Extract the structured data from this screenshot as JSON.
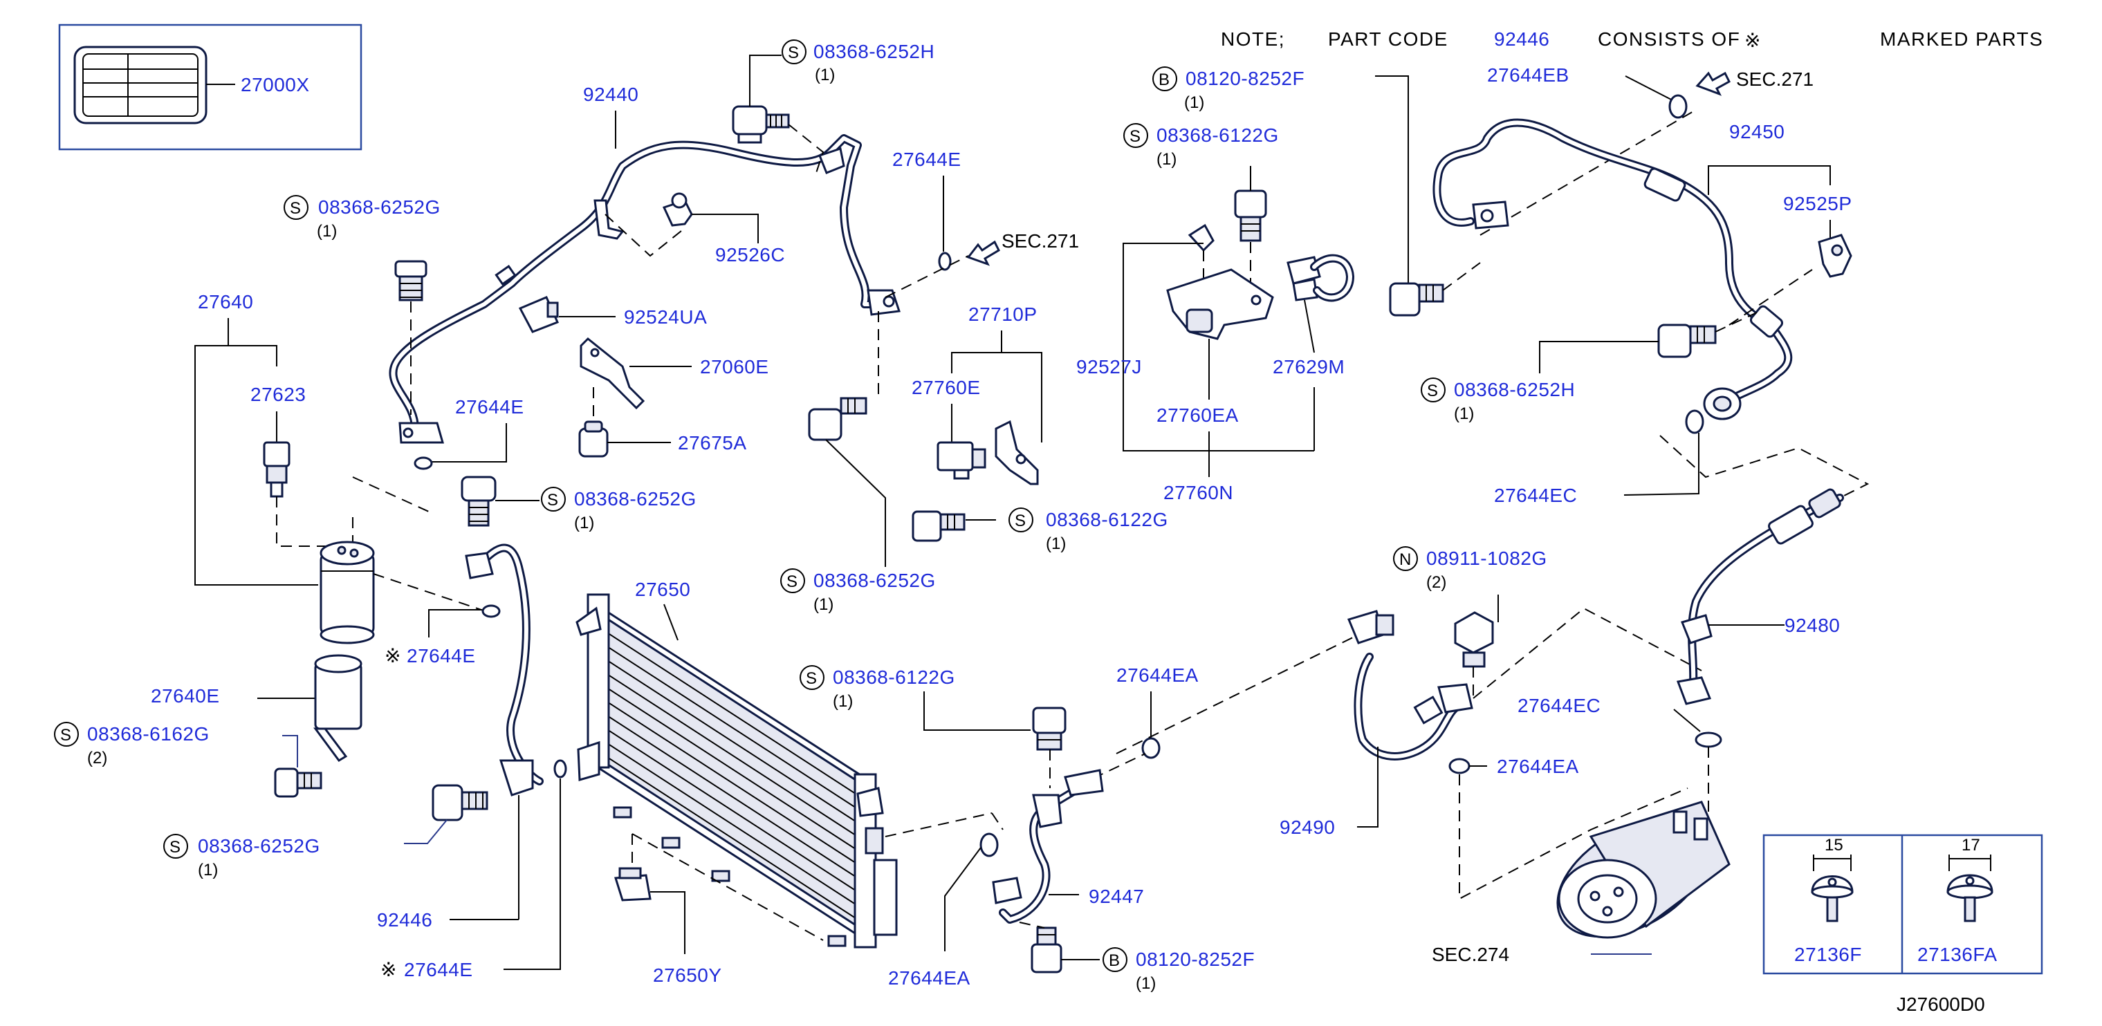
{
  "note": {
    "label": "NOTE;",
    "text": "PART CODE",
    "code": "92446",
    "consists": "CONSISTS OF",
    "mark": "※",
    "marked": "MARKED PARTS"
  },
  "diagram_code": "J27600D0",
  "callouts": {
    "p27000X": "27000X",
    "p92440": "92440",
    "s08368_6252H_top": "08368-6252H",
    "q1_a": "(1)",
    "p27644E_a": "27644E",
    "sec271_a": "SEC.271",
    "s08368_6252G_a": "08368-6252G",
    "q1_b": "(1)",
    "p92526C": "92526C",
    "p92524UA": "92524UA",
    "p27640": "27640",
    "p27060E": "27060E",
    "p27623": "27623",
    "p27644E_b": "27644E",
    "p27675A": "27675A",
    "s08368_6252G_b": "08368-6252G",
    "q1_c": "(1)",
    "p27644E_c": "27644E",
    "p27640E": "27640E",
    "s08368_6162G": "08368-6162G",
    "q2_a": "(2)",
    "s08368_6252G_c": "08368-6252G",
    "q1_d": "(1)",
    "p92446": "92446",
    "p27644E_d": "27644E",
    "p27650": "27650",
    "p27650Y": "27650Y",
    "p27710P": "27710P",
    "p27760E": "27760E",
    "s08368_6122G_a": "08368-6122G",
    "q1_e": "(1)",
    "s08368_6252G_d": "08368-6252G",
    "q1_f": "(1)",
    "s08368_6122G_b": "08368-6122G",
    "q1_g": "(1)",
    "p27644EA_a": "27644EA",
    "p92447": "92447",
    "p27644EA_b": "27644EA",
    "b08120_8252F_a": "08120-8252F",
    "q1_h": "(1)",
    "b08120_8252F_b": "08120-8252F",
    "q1_i": "(1)",
    "s08368_6122G_c": "08368-6122G",
    "q1_j": "(1)",
    "p92527J": "92527J",
    "p27760EA": "27760EA",
    "p27629M": "27629M",
    "p27760N": "27760N",
    "p27644EB": "27644EB",
    "sec271_b": "SEC.271",
    "p92450": "92450",
    "p92525P": "92525P",
    "s08368_6252H_b": "08368-6252H",
    "q1_k": "(1)",
    "p27644EC_a": "27644EC",
    "n08911_1082G": "08911-1082G",
    "q2_b": "(2)",
    "p92480": "92480",
    "p27644EC_b": "27644EC",
    "p27644EA_c": "27644EA",
    "p92490": "92490",
    "sec274": "SEC.274",
    "dim15": "15",
    "dim17": "17",
    "p27136F": "27136F",
    "p27136FA": "27136FA",
    "mark_s": "S",
    "mark_b": "B",
    "mark_n": "N",
    "mark_x": "※"
  }
}
